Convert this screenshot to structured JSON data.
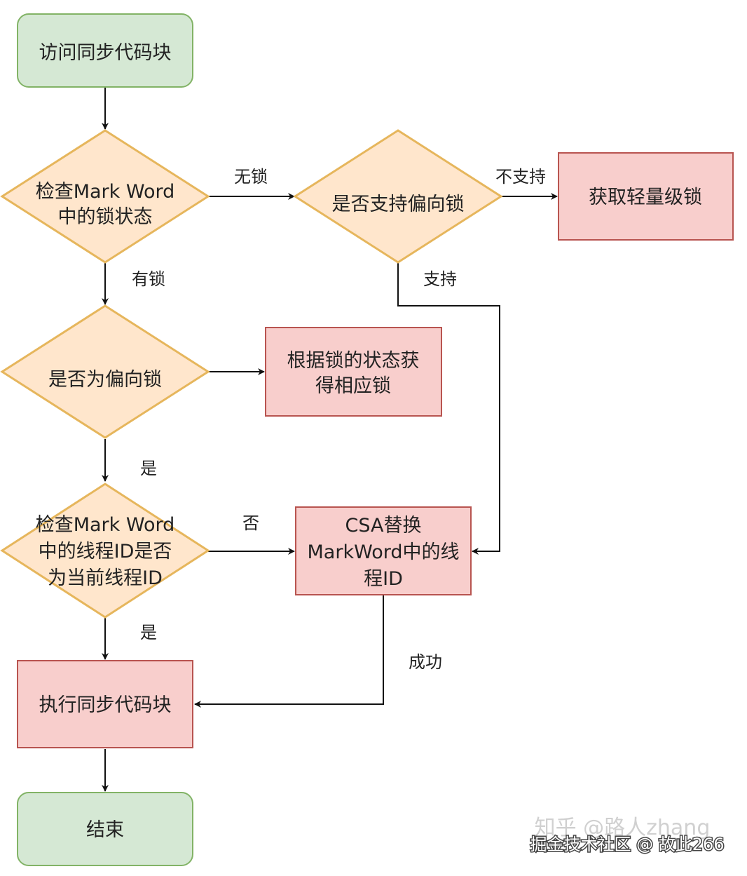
{
  "colors": {
    "terminal_fill": "#d5e8d4",
    "terminal_stroke": "#82b366",
    "decision_fill": "#ffe6cc",
    "decision_stroke": "#e6b65c",
    "process_fill": "#f8cecc",
    "process_stroke": "#b85450",
    "arrow": "#111111"
  },
  "nodes": {
    "start": {
      "lines": [
        "访问同步代码块"
      ]
    },
    "check_mark_word": {
      "lines": [
        "检查Mark Word",
        "中的锁状态"
      ]
    },
    "support_biased": {
      "lines": [
        "是否支持偏向锁"
      ]
    },
    "get_lightweight": {
      "lines": [
        "获取轻量级锁"
      ]
    },
    "is_biased": {
      "lines": [
        "是否为偏向锁"
      ]
    },
    "get_by_state": {
      "lines": [
        "根据锁的状态获",
        "得相应锁"
      ]
    },
    "check_thread_id": {
      "lines": [
        "检查Mark Word",
        "中的线程ID是否",
        "为当前线程ID"
      ]
    },
    "cas_replace": {
      "lines": [
        "CSA替换",
        "MarkWord中的线",
        "程ID"
      ]
    },
    "execute": {
      "lines": [
        "执行同步代码块"
      ]
    },
    "end": {
      "lines": [
        "结束"
      ]
    }
  },
  "edges": {
    "no_lock": "无锁",
    "not_supported": "不支持",
    "has_lock": "有锁",
    "supported": "支持",
    "yes_biased": "是",
    "no_thread": "否",
    "yes_thread": "是",
    "success": "成功"
  },
  "watermark": {
    "zhihu": "知乎 @路人zhang",
    "juejin": "掘金技术社区 @ 故此266"
  }
}
